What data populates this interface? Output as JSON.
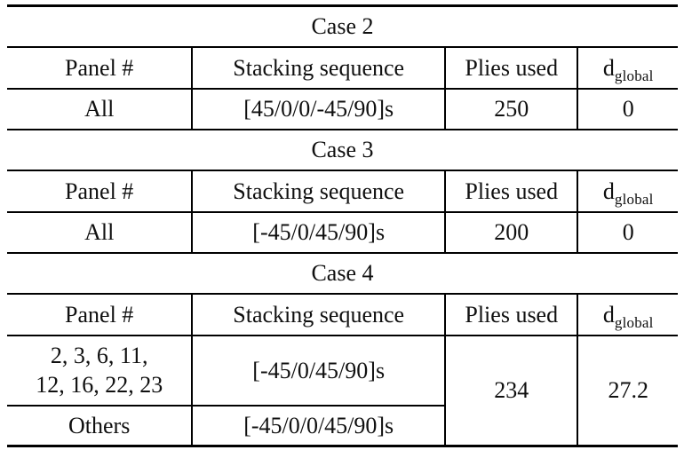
{
  "page": {
    "background": "#ffffff",
    "border_color": "#000000",
    "text_color": "#101010"
  },
  "column_headers": {
    "panel": "Panel #",
    "stacking": "Stacking sequence",
    "plies": "Plies used",
    "d_base": "d",
    "d_sub": "global"
  },
  "cases": [
    {
      "title": "Case 2",
      "row": {
        "panel": "All",
        "stacking": "[45/0/0/-45/90]s",
        "plies": "250",
        "dglobal": "0"
      }
    },
    {
      "title": "Case 3",
      "row": {
        "panel": "All",
        "stacking": "[-45/0/45/90]s",
        "plies": "200",
        "dglobal": "0"
      }
    },
    {
      "title": "Case 4",
      "rows": [
        {
          "panel_line1": "2, 3, 6, 11,",
          "panel_line2": "12, 16, 22, 23",
          "stacking": "[-45/0/45/90]s"
        },
        {
          "panel": "Others",
          "stacking": "[-45/0/0/45/90]s"
        }
      ],
      "merged": {
        "plies": "234",
        "dglobal": "27.2"
      }
    }
  ],
  "chart_data": {
    "type": "table",
    "tables": [
      {
        "title": "Case 2",
        "columns": [
          "Panel #",
          "Stacking sequence",
          "Plies used",
          "d_global"
        ],
        "rows": [
          [
            "All",
            "[45/0/0/-45/90]s",
            "250",
            "0"
          ]
        ]
      },
      {
        "title": "Case 3",
        "columns": [
          "Panel #",
          "Stacking sequence",
          "Plies used",
          "d_global"
        ],
        "rows": [
          [
            "All",
            "[-45/0/45/90]s",
            "200",
            "0"
          ]
        ]
      },
      {
        "title": "Case 4",
        "columns": [
          "Panel #",
          "Stacking sequence",
          "Plies used",
          "d_global"
        ],
        "rows": [
          [
            "2, 3, 6, 11, 12, 16, 22, 23",
            "[-45/0/45/90]s",
            "234",
            "27.2"
          ],
          [
            "Others",
            "[-45/0/0/45/90]s",
            "234",
            "27.2"
          ]
        ],
        "notes": "Plies used (234) and d_global (27.2) are merged cells spanning both rows"
      }
    ]
  }
}
